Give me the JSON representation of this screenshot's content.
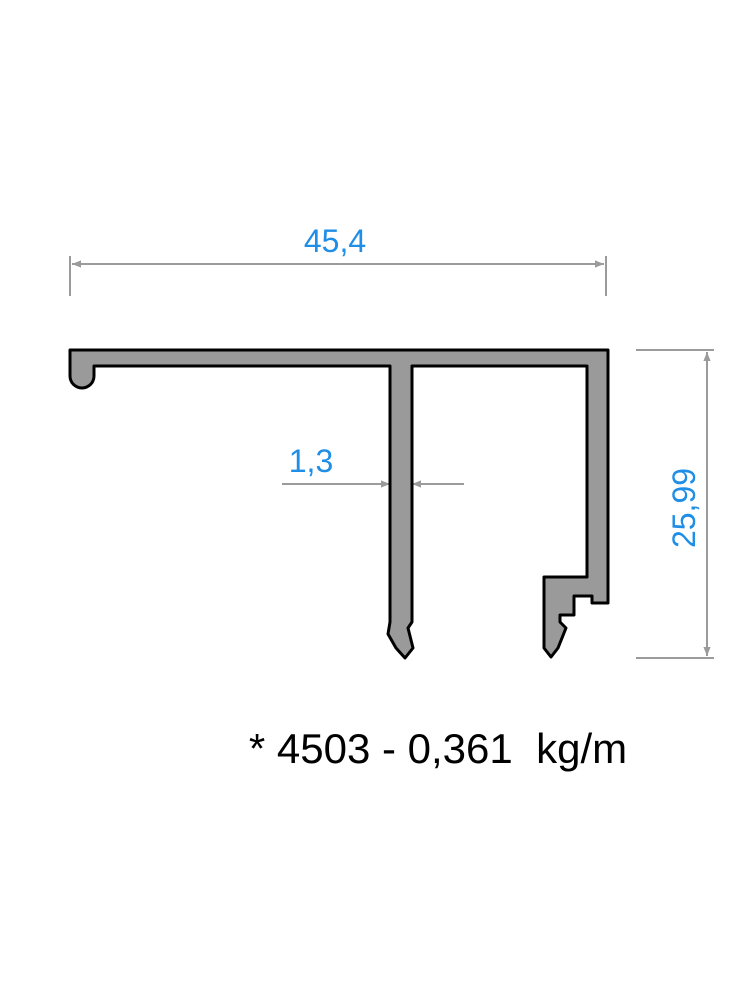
{
  "dimensions": {
    "overall_width": "45,4",
    "overall_height": "25,99",
    "wall_thickness": "1,3"
  },
  "caption": "* 4503 - 0,361  kg/m",
  "colors": {
    "dimension_text": "#1e8ee6",
    "dimension_line": "#9b9b9b",
    "profile_fill": "#9a9a9a",
    "profile_outline": "#000000",
    "caption_text": "#000000"
  }
}
